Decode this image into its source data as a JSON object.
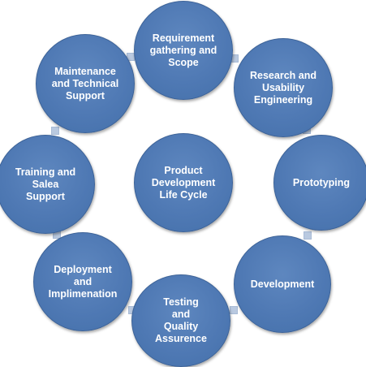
{
  "diagram": {
    "center": {
      "label": "Product Development Life Cycle"
    },
    "nodes": [
      {
        "id": "requirement",
        "label": "Requirement gathering and Scope"
      },
      {
        "id": "research",
        "label": "Research and Usability Engineering"
      },
      {
        "id": "prototyping",
        "label": "Prototyping"
      },
      {
        "id": "development",
        "label": "Development"
      },
      {
        "id": "testing",
        "label": "Testing and Quality Assurence"
      },
      {
        "id": "deployment",
        "label": "Deployment and Implimenation"
      },
      {
        "id": "training",
        "label": "Training and Salea Support"
      },
      {
        "id": "maintenance",
        "label": "Maintenance and Technical Support"
      }
    ]
  },
  "colors": {
    "circle_fill": "#4f79b4",
    "circle_border": "#3d6398",
    "connector": "#b9c9e0",
    "text": "#ffffff"
  }
}
